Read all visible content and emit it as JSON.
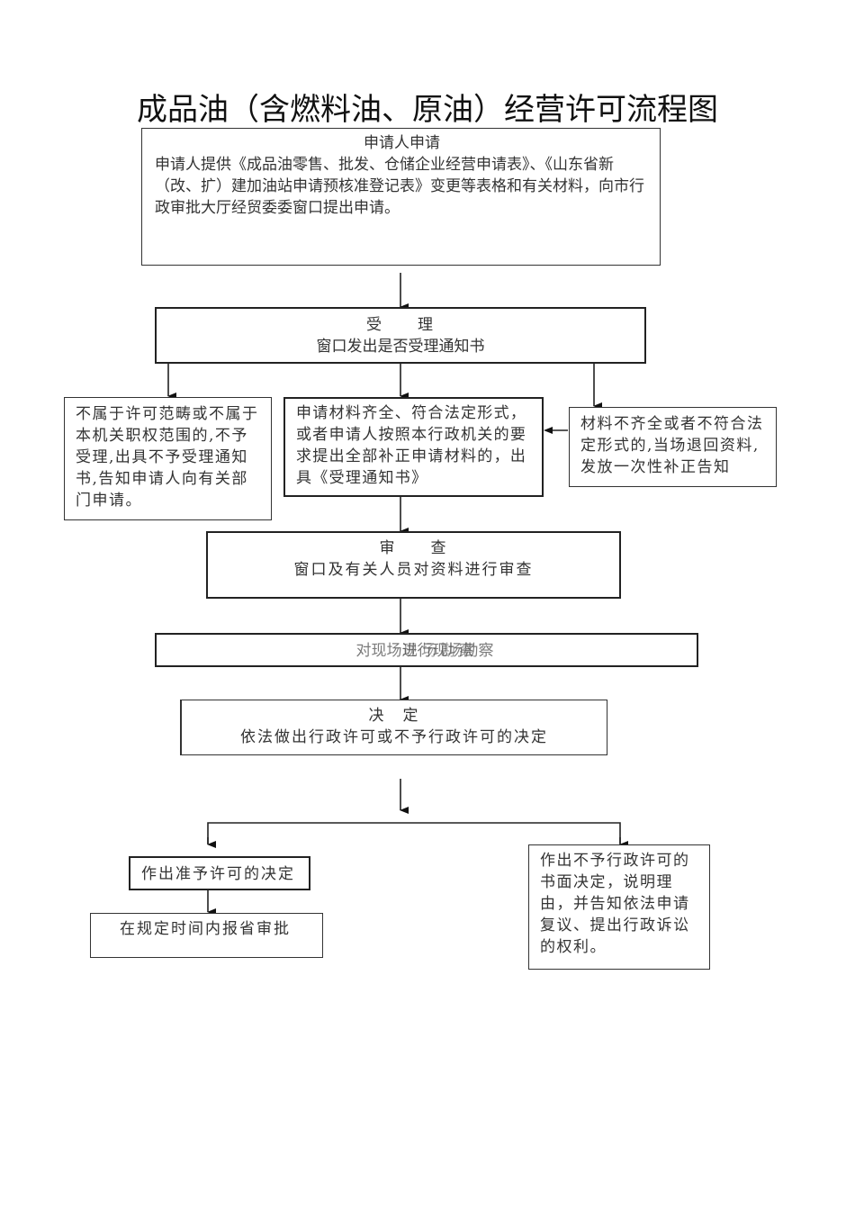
{
  "title": "成品油（含燃料油、原油）经营许可流程图",
  "steps": {
    "apply": {
      "heading": "申请人申请",
      "text": "申请人提供《成品油零售、批发、仓储企业经营申请表》、《山东省新（改、扩）建加油站申请预核准登记表》变更等表格和有关材料，向市行政审批大厅经贸委委窗口提出申请。"
    },
    "accept": {
      "heading": "受　　理",
      "text": "窗口发出是否受理通知书"
    },
    "reject_scope": {
      "text": "不属于许可范畴或不属于本机关职权范围的,不予受理,出具不予受理通知书,告知申请人向有关部门申请。"
    },
    "accepted": {
      "text": "申请材料齐全、符合法定形式，或者申请人按照本行政机关的要求提出全部补正申请材料的，出具《受理通知书》"
    },
    "incomplete": {
      "text": "材料不齐全或者不符合法定形式的,当场退回资料,发放一次性补正告知"
    },
    "review": {
      "heading": "审　　查",
      "text": "窗口及有关人员对资料进行审查"
    },
    "inspection": {
      "text": "对现场进行现场勘察",
      "overlay_text": "现场勘察"
    },
    "decision": {
      "heading": "决　定",
      "text": "依法做出行政许可或不予行政许可的决定"
    },
    "grant": {
      "text": "作出准予许可的决定"
    },
    "report": {
      "text": "在规定时间内报省审批"
    },
    "deny": {
      "text": "作出不予行政许可的书面决定，说明理由，并告知依法申请复议、提出行政诉讼的权利。"
    }
  }
}
